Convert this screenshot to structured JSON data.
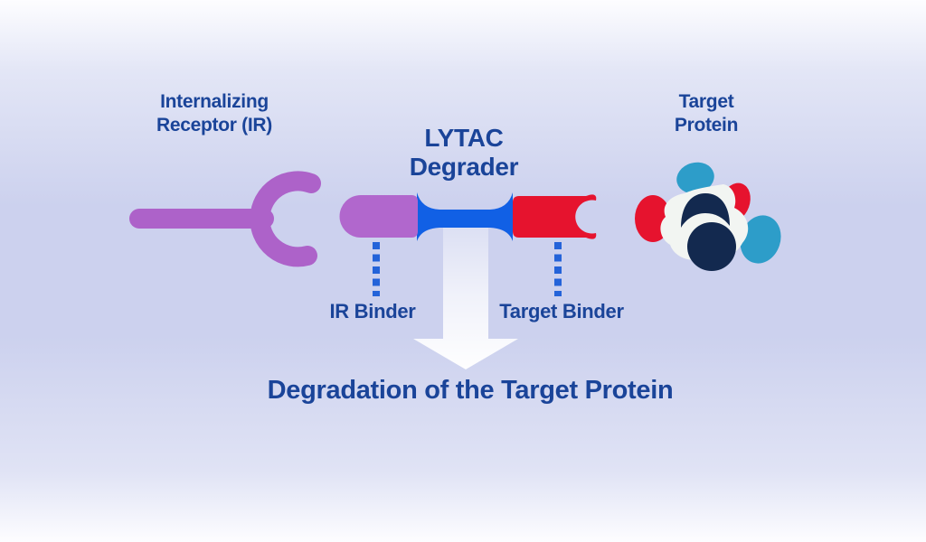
{
  "title": {
    "line1": "LYTAC",
    "line2": "Degrader"
  },
  "receptor": {
    "label_line1": "Internalizing",
    "label_line2": "Receptor (IR)",
    "icon": "internalizing-receptor-icon"
  },
  "target_protein": {
    "label_line1": "Target",
    "label_line2": "Protein",
    "icon": "target-protein-icon"
  },
  "degrader": {
    "ir_binder_label": "IR Binder",
    "target_binder_label": "Target Binder",
    "icon": "lytac-degrader-icon"
  },
  "result": {
    "text": "Degradation of the Target Protein",
    "arrow_icon": "down-arrow-icon"
  },
  "colors": {
    "text_blue": "#1a4499",
    "receptor_purple": "#ad62c9",
    "ir_binder_purple": "#b167cd",
    "linker_blue": "#1160e5",
    "binder_red": "#e6132e",
    "dot_blue": "#2463d9",
    "protein_navy": "#13294f",
    "protein_sky": "#2d9dc9",
    "protein_red": "#e6132e",
    "protein_white": "#f2f5f2",
    "bg_mid": "#ccd1ee",
    "bg_edge": "#fdfdff"
  }
}
